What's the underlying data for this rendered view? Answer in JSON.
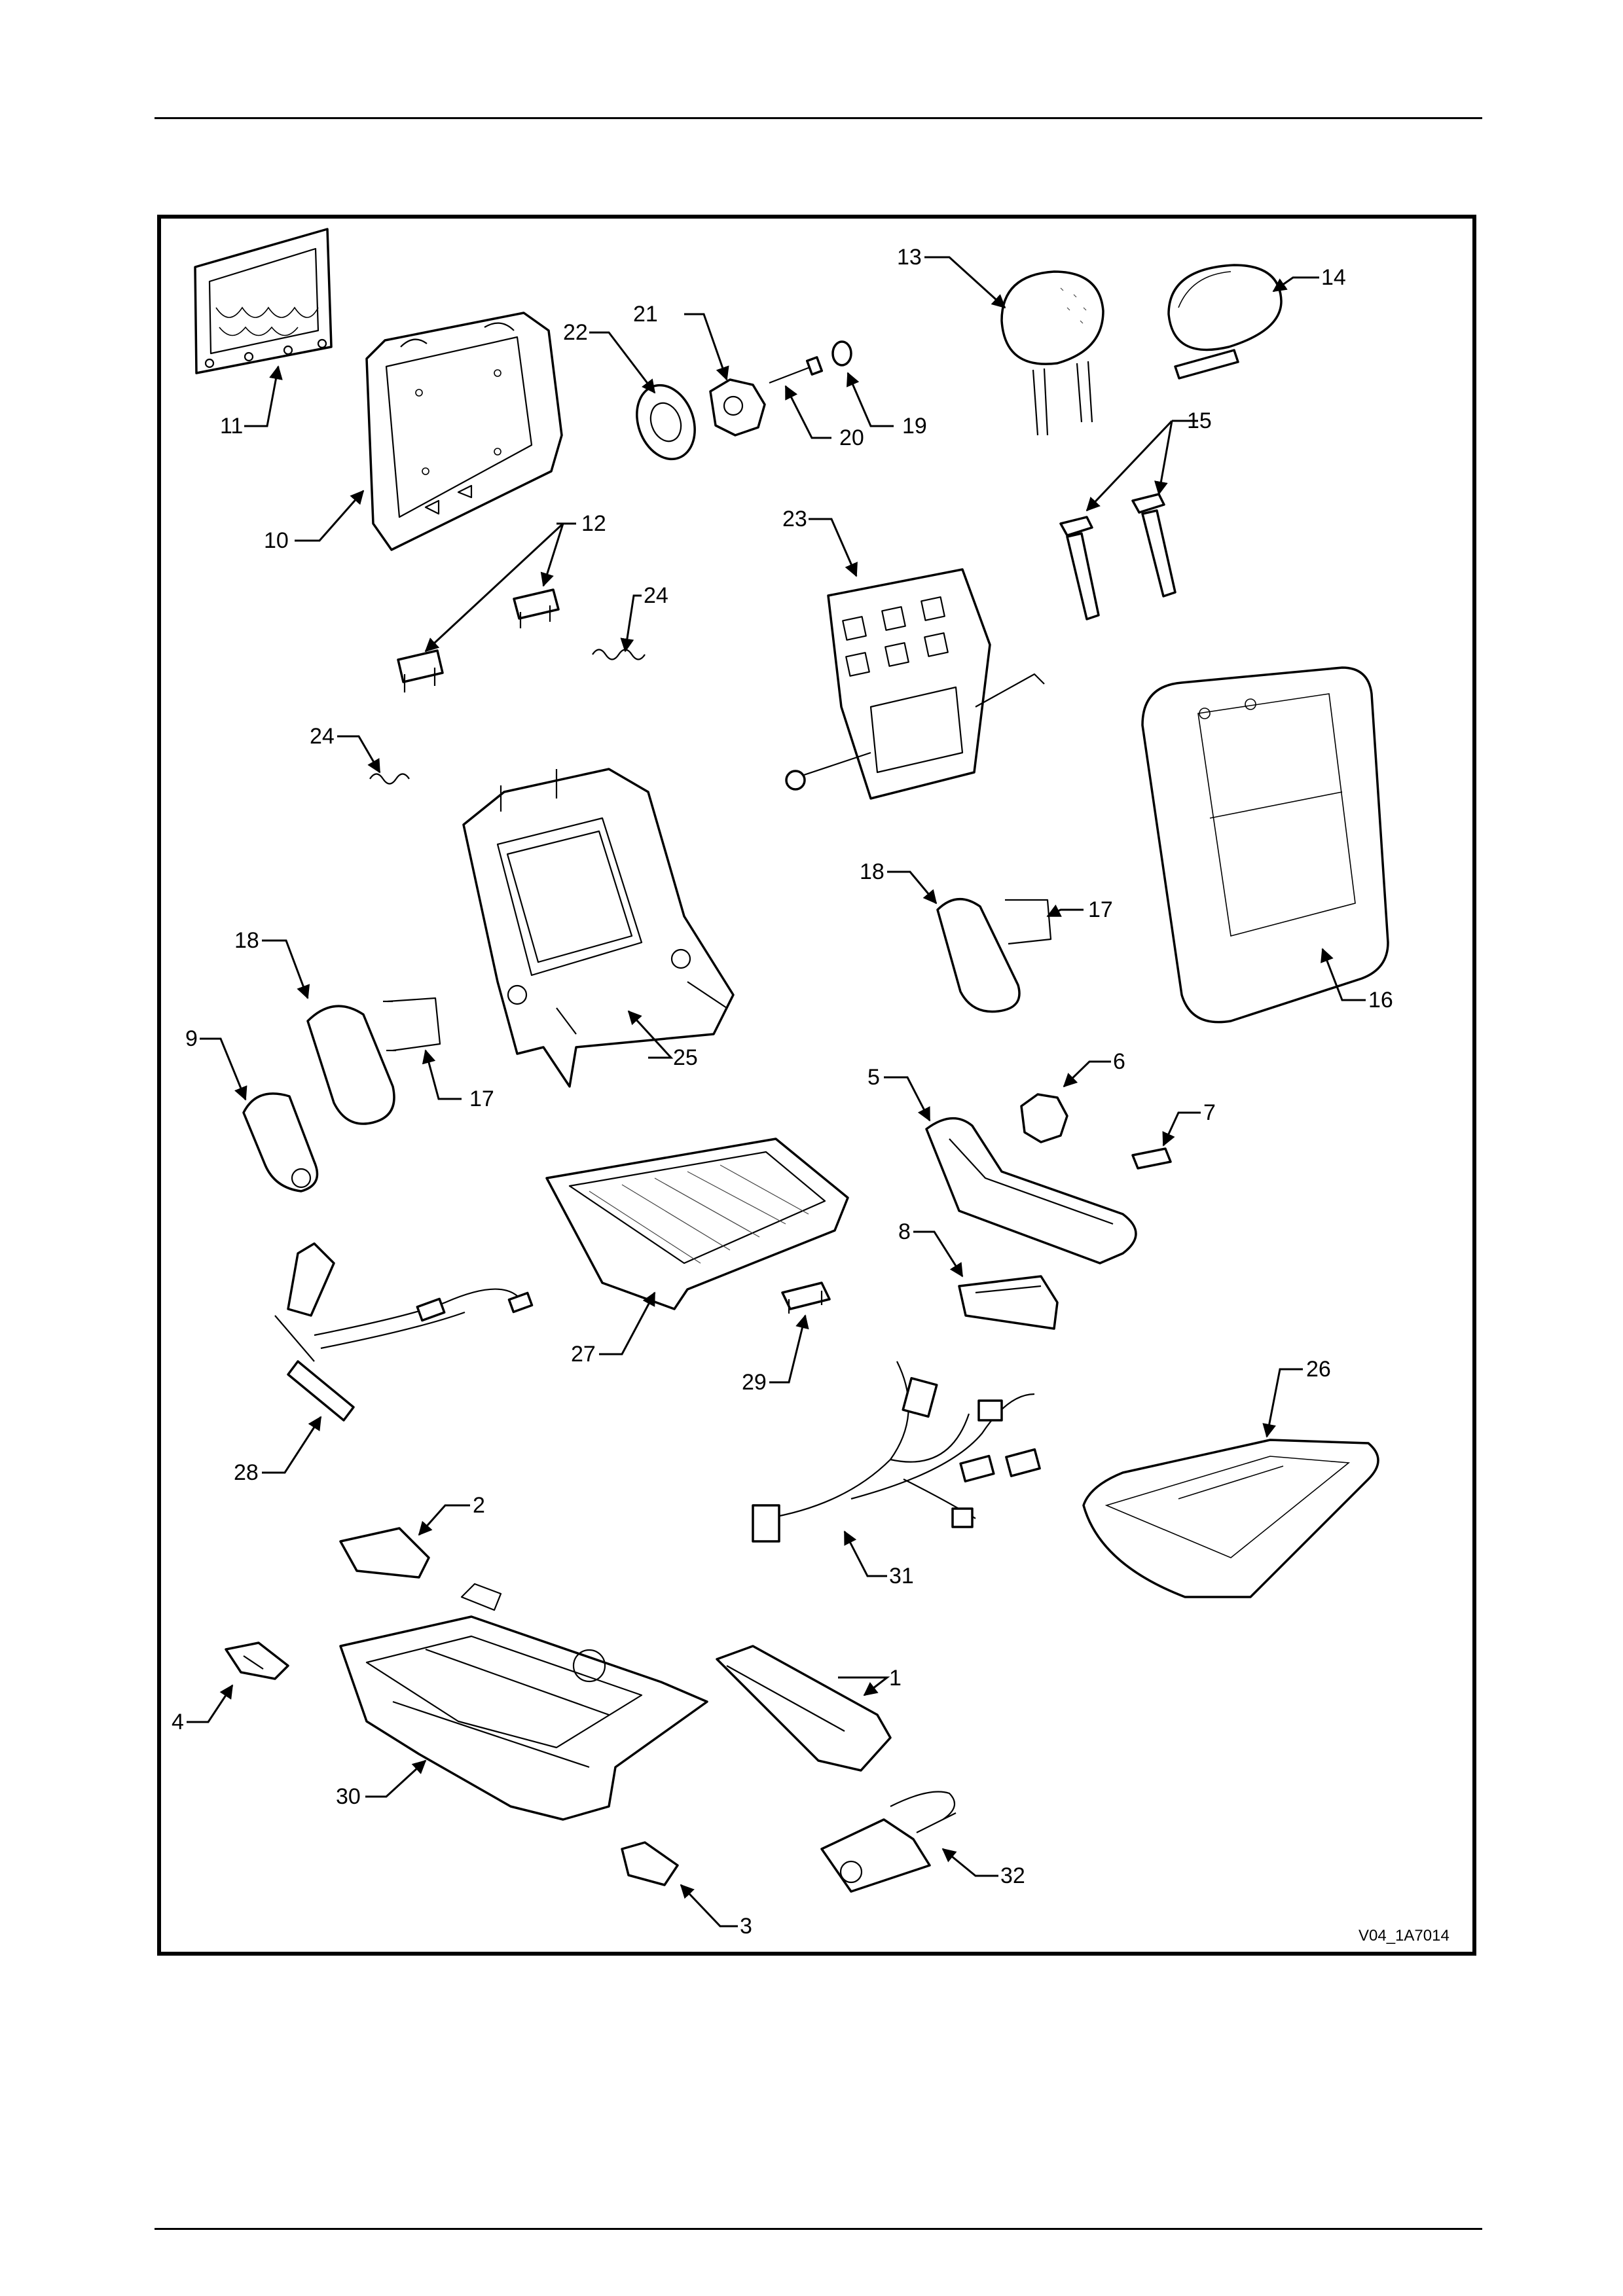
{
  "figure_code": "V04_1A7014",
  "callouts": [
    {
      "id": "c1",
      "text": "1"
    },
    {
      "id": "c2",
      "text": "2"
    },
    {
      "id": "c3",
      "text": "3"
    },
    {
      "id": "c4",
      "text": "4"
    },
    {
      "id": "c5",
      "text": "5"
    },
    {
      "id": "c6",
      "text": "6"
    },
    {
      "id": "c7",
      "text": "7"
    },
    {
      "id": "c8",
      "text": "8"
    },
    {
      "id": "c9",
      "text": "9"
    },
    {
      "id": "c10",
      "text": "10"
    },
    {
      "id": "c11",
      "text": "11"
    },
    {
      "id": "c12",
      "text": "12"
    },
    {
      "id": "c13",
      "text": "13"
    },
    {
      "id": "c14",
      "text": "14"
    },
    {
      "id": "c15",
      "text": "15"
    },
    {
      "id": "c16",
      "text": "16"
    },
    {
      "id": "c17a",
      "text": "17"
    },
    {
      "id": "c17b",
      "text": "17"
    },
    {
      "id": "c18a",
      "text": "18"
    },
    {
      "id": "c18b",
      "text": "18"
    },
    {
      "id": "c19",
      "text": "19"
    },
    {
      "id": "c20",
      "text": "20"
    },
    {
      "id": "c21",
      "text": "21"
    },
    {
      "id": "c22",
      "text": "22"
    },
    {
      "id": "c23",
      "text": "23"
    },
    {
      "id": "c24a",
      "text": "24"
    },
    {
      "id": "c24b",
      "text": "24"
    },
    {
      "id": "c25",
      "text": "25"
    },
    {
      "id": "c26",
      "text": "26"
    },
    {
      "id": "c27",
      "text": "27"
    },
    {
      "id": "c28",
      "text": "28"
    },
    {
      "id": "c29",
      "text": "29"
    },
    {
      "id": "c30",
      "text": "30"
    },
    {
      "id": "c31",
      "text": "31"
    },
    {
      "id": "c32",
      "text": "32"
    }
  ]
}
